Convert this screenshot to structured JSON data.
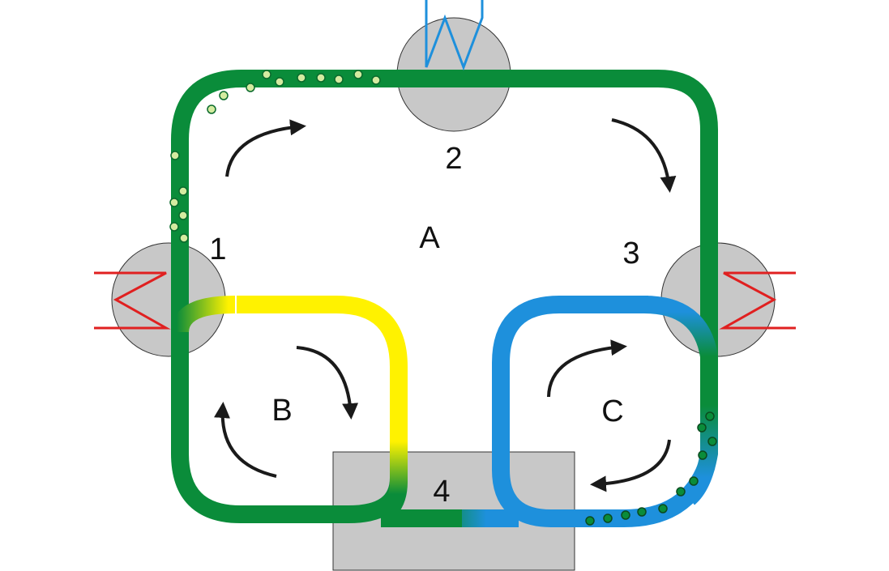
{
  "labels": {
    "loop_main": "A",
    "loop_left": "B",
    "loop_right": "C",
    "node_1": "1",
    "node_2": "2",
    "node_3": "3",
    "node_4": "4"
  },
  "colors": {
    "green": "#0A8C3A",
    "yellow": "#FFF200",
    "blue": "#1E90DC",
    "gray": "#C8C8C8",
    "heater_red": "#E02020",
    "cooler_blue": "#1E90DC",
    "dot_light": "#D4EBA0",
    "dot_dark": "#0A8C3A",
    "arrow": "#1a1a1a"
  },
  "icons": {
    "node_1": "heater-zigzag-icon",
    "node_2": "cooler-zigzag-icon",
    "node_3": "heater-zigzag-icon",
    "node_4": "exchanger-block-icon"
  }
}
